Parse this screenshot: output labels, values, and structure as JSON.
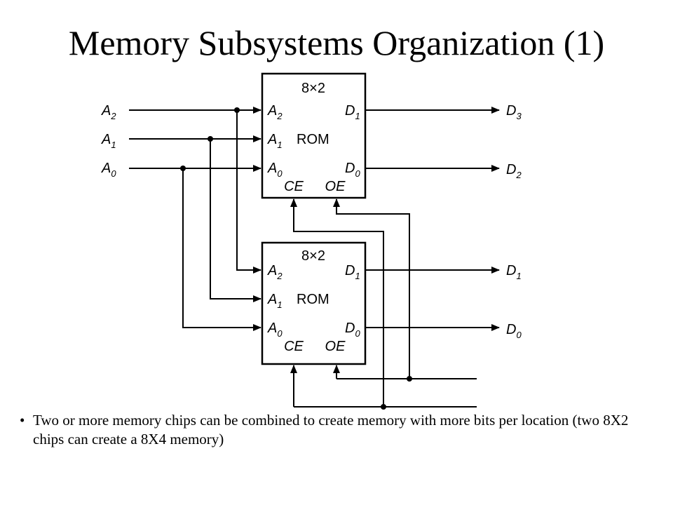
{
  "title": "Memory Subsystems Organization (1)",
  "diagram": {
    "chips": [
      {
        "size_label": "8×2",
        "type_label": "ROM",
        "addr_pins": [
          {
            "letter": "A",
            "sub": "2"
          },
          {
            "letter": "A",
            "sub": "1"
          },
          {
            "letter": "A",
            "sub": "0"
          }
        ],
        "data_pins": [
          {
            "letter": "D",
            "sub": "1"
          },
          {
            "letter": "D",
            "sub": "0"
          }
        ],
        "ce_label": "CE",
        "oe_label": "OE",
        "outputs": [
          {
            "letter": "D",
            "sub": "3"
          },
          {
            "letter": "D",
            "sub": "2"
          }
        ]
      },
      {
        "size_label": "8×2",
        "type_label": "ROM",
        "addr_pins": [
          {
            "letter": "A",
            "sub": "2"
          },
          {
            "letter": "A",
            "sub": "1"
          },
          {
            "letter": "A",
            "sub": "0"
          }
        ],
        "data_pins": [
          {
            "letter": "D",
            "sub": "1"
          },
          {
            "letter": "D",
            "sub": "0"
          }
        ],
        "ce_label": "CE",
        "oe_label": "OE",
        "outputs": [
          {
            "letter": "D",
            "sub": "1"
          },
          {
            "letter": "D",
            "sub": "0"
          }
        ]
      }
    ],
    "inputs": [
      {
        "letter": "A",
        "sub": "2"
      },
      {
        "letter": "A",
        "sub": "1"
      },
      {
        "letter": "A",
        "sub": "0"
      }
    ]
  },
  "bullets": [
    {
      "symbol": "•",
      "text": "Two or more memory chips can be combined to create memory with more bits per location (two 8X2 chips can create a 8X4 memory)"
    }
  ]
}
